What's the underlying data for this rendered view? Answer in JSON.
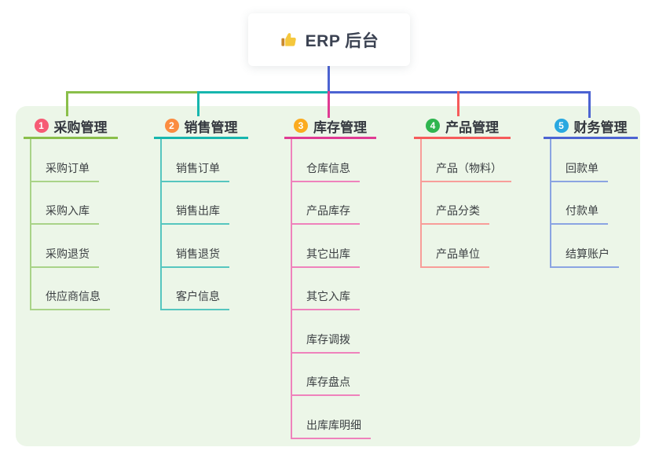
{
  "root": {
    "label": "ERP 后台",
    "icon": "thumbs-up"
  },
  "panel_color": "#ecf6e8",
  "connector_color": "#4c63d2",
  "branches": [
    {
      "badge": "1",
      "label": "采购管理",
      "badge_color": "#f65b74",
      "accent_color": "#8abf4a",
      "light_color": "#a9d388",
      "items": [
        "采购订单",
        "采购入库",
        "采购退货",
        "供应商信息"
      ]
    },
    {
      "badge": "2",
      "label": "销售管理",
      "badge_color": "#fb8c40",
      "accent_color": "#17b6ae",
      "light_color": "#56c6bf",
      "items": [
        "销售订单",
        "销售出库",
        "销售退货",
        "客户信息"
      ]
    },
    {
      "badge": "3",
      "label": "库存管理",
      "badge_color": "#fbab1f",
      "accent_color": "#e03b93",
      "light_color": "#ef82bc",
      "items": [
        "仓库信息",
        "产品库存",
        "其它出库",
        "其它入库",
        "库存调拨",
        "库存盘点",
        "出库库明细"
      ]
    },
    {
      "badge": "4",
      "label": "产品管理",
      "badge_color": "#2fb54f",
      "accent_color": "#f65b5b",
      "light_color": "#f89d99",
      "items": [
        "产品（物料）",
        "产品分类",
        "产品单位"
      ]
    },
    {
      "badge": "5",
      "label": "财务管理",
      "badge_color": "#29a8e0",
      "accent_color": "#4c63d2",
      "light_color": "#8ba4e2",
      "items": [
        "回款单",
        "付款单",
        "结算账户"
      ]
    }
  ]
}
